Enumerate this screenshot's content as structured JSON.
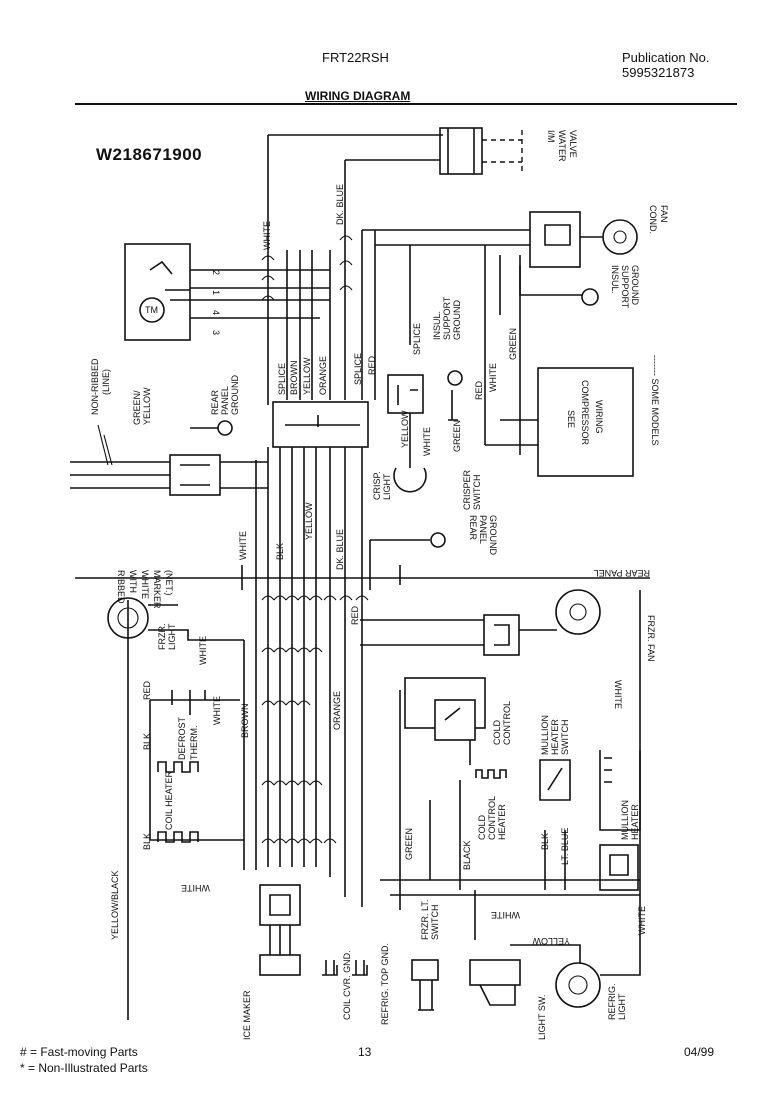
{
  "header": {
    "model": "FRT22RSH",
    "publication_label": "Publication No.",
    "publication_number": "5995321873",
    "diagram_title": "WIRING DIAGRAM"
  },
  "diagram": {
    "number": "W218671900",
    "power_cord": {
      "non_ribbed": "NON-RIBBED",
      "line": "(LINE)",
      "green_yellow": "GREEN/",
      "green_yellow_2": "YELLOW",
      "ribbed": "RIBBED",
      "with": "WITH",
      "white": "WHITE",
      "marker": "MARKER",
      "net": "(NET.)"
    },
    "rear_panel_ground_top": [
      "REAR",
      "PANEL",
      "GROUND"
    ],
    "timer": {
      "label": "TM",
      "terminals": [
        "2",
        "1",
        "4",
        "3"
      ]
    },
    "wire_labels": {
      "white_top": "WHITE",
      "dk_blue_top": "DK. BLUE",
      "splice": "SPLICE",
      "brown": "BROWN",
      "yellow": "YELLOW",
      "orange": "ORANGE",
      "splice2": "SPLICE",
      "red": "RED",
      "white_mid": "WHITE",
      "blk": "BLK",
      "yellow_mid": "YELLOW",
      "dk_blue_mid": "DK. BLUE",
      "red_mid": "RED",
      "orange_low": "ORANGE",
      "green_low": "GREEN",
      "black_low": "BLACK",
      "blk_low": "BLK",
      "lt_blue": "LT. BLUE",
      "white_bottom": "WHITE",
      "white_right": "WHITE",
      "yellow_bottom": "YELLOW",
      "white_defrost": "WHITE",
      "brown_defrost": "BROWN",
      "red_defrost": "RED",
      "blk_defrost": "BLK",
      "blk_coil": "BLK",
      "white_coil": "WHITE",
      "yellow_black": "YELLOW/BLACK",
      "white_frzr": "WHITE",
      "green_right": "GREEN",
      "white_right2": "WHITE",
      "red_right": "RED",
      "green_right2": "GREEN",
      "white_cr": "WHITE"
    },
    "components": {
      "water_valve": [
        "I/M",
        "WATER",
        "VALVE"
      ],
      "cond_fan": [
        "COND.",
        "FAN"
      ],
      "insul_support_ground": [
        "INSUL.",
        "SUPPORT",
        "GROUND"
      ],
      "insul_support_ground_2": [
        "INSUL.",
        "SUPPORT",
        "GROUND"
      ],
      "compressor": [
        "SEE",
        "COMPRESSOR",
        "WIRING"
      ],
      "some_models": "------- SOME MODELS",
      "crisper_light": [
        "CRISP.",
        "LIGHT"
      ],
      "crisper_switch": [
        "CRISPER",
        "SWITCH"
      ],
      "rear_panel_ground_mid": [
        "REAR",
        "PANEL",
        "GROUND"
      ],
      "rear_panel": "REAR PANEL",
      "frzr_light": [
        "FRZR.",
        "LIGHT"
      ],
      "frzr_fan": "FRZR. FAN",
      "defrost_therm": [
        "DEFROST",
        "THERM."
      ],
      "coil_heater": "COIL HEATER",
      "cold_control": [
        "COLD",
        "CONTROL"
      ],
      "cold_control_heater": [
        "COLD",
        "CONTROL",
        "HEATER"
      ],
      "mullion_heater_switch": [
        "MULLION",
        "HEATER",
        "SWITCH"
      ],
      "mullion_heater": [
        "MULLION",
        "HEATER"
      ],
      "ice_maker": "ICE MAKER",
      "coil_cvr_gnd": "COIL CVR. GND.",
      "refrig_top_gnd": "REFRIG. TOP GND.",
      "frzr_lt_switch": [
        "FRZR. LT.",
        "SWITCH"
      ],
      "light_sw": "LIGHT SW.",
      "refrig_light": [
        "REFRIG.",
        "LIGHT"
      ]
    }
  },
  "footer": {
    "legend_1": "# = Fast-moving Parts",
    "legend_2": "* = Non-Illustrated Parts",
    "page": "13",
    "date": "04/99"
  }
}
